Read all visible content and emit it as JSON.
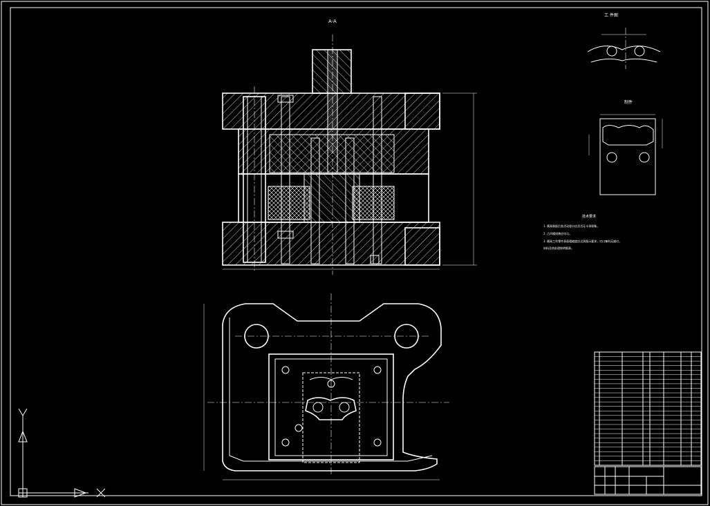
{
  "section_label": "A-A",
  "detail_title": "工 件图",
  "part_title": "制件",
  "notes_title": "技术要求",
  "notes": [
    "1. 模具装配后各活动部分应灵活无卡滞现象。",
    "2. 凸凹模间隙应均匀。",
    "3. 模具工作零件表面粗糙度应达到图示要求，刃口锋利无崩刃。",
    "   材料及热处理按明细表。"
  ],
  "bom_rows": 25,
  "colors": {
    "background": "#000000",
    "line": "#ffffff"
  },
  "ucs_icon": "ucs-axes-icon"
}
